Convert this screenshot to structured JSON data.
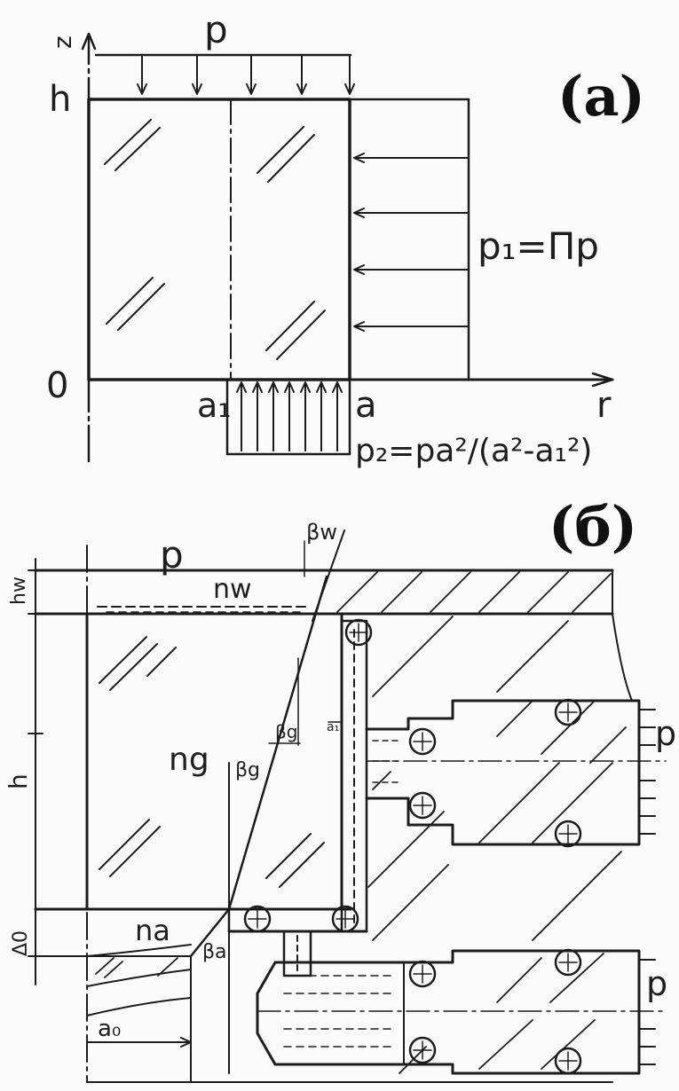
{
  "panel_a": {
    "label": "(a)",
    "axis_z": "z",
    "axis_r": "r",
    "origin": "0",
    "height": "h",
    "load_top": "p",
    "load_side": "p₁=Πp",
    "load_bottom": "p₂=pa²/(a²-a₁²)",
    "radius_inner": "a₁",
    "radius_outer": "a"
  },
  "panel_b": {
    "label": "(б)",
    "load_top": "p",
    "beta_w": "βw",
    "beta_g_upper": "βg",
    "beta_g_mid": "βg",
    "beta_a": "βa",
    "n_w": "nw",
    "n_g": "ng",
    "n_a": "na",
    "h_w": "hw",
    "h": "h",
    "delta_0": "Δ0",
    "a_0": "a₀",
    "small_label": "a₁",
    "p_right_upper": "p",
    "p_right_lower": "p"
  },
  "colors": {
    "ink": "#1c1c1c",
    "paper": "#fbfbfb"
  }
}
